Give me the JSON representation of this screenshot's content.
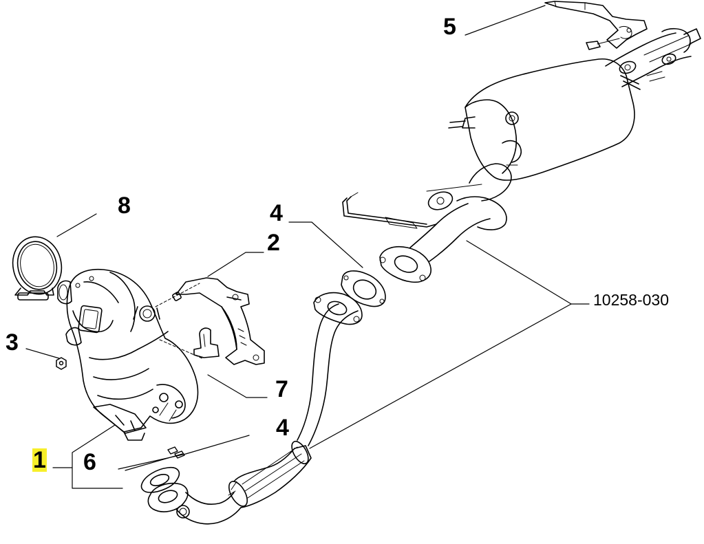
{
  "diagram": {
    "reference_code": "10258-030",
    "callouts": [
      {
        "id": "c1",
        "label": "1",
        "highlighted": true
      },
      {
        "id": "c2",
        "label": "2"
      },
      {
        "id": "c3",
        "label": "3"
      },
      {
        "id": "c4a",
        "label": "4"
      },
      {
        "id": "c4b",
        "label": "4"
      },
      {
        "id": "c5",
        "label": "5"
      },
      {
        "id": "c6",
        "label": "6"
      },
      {
        "id": "c7",
        "label": "7"
      },
      {
        "id": "c8",
        "label": "8"
      }
    ],
    "highlight_color": "#f7ef2a"
  }
}
